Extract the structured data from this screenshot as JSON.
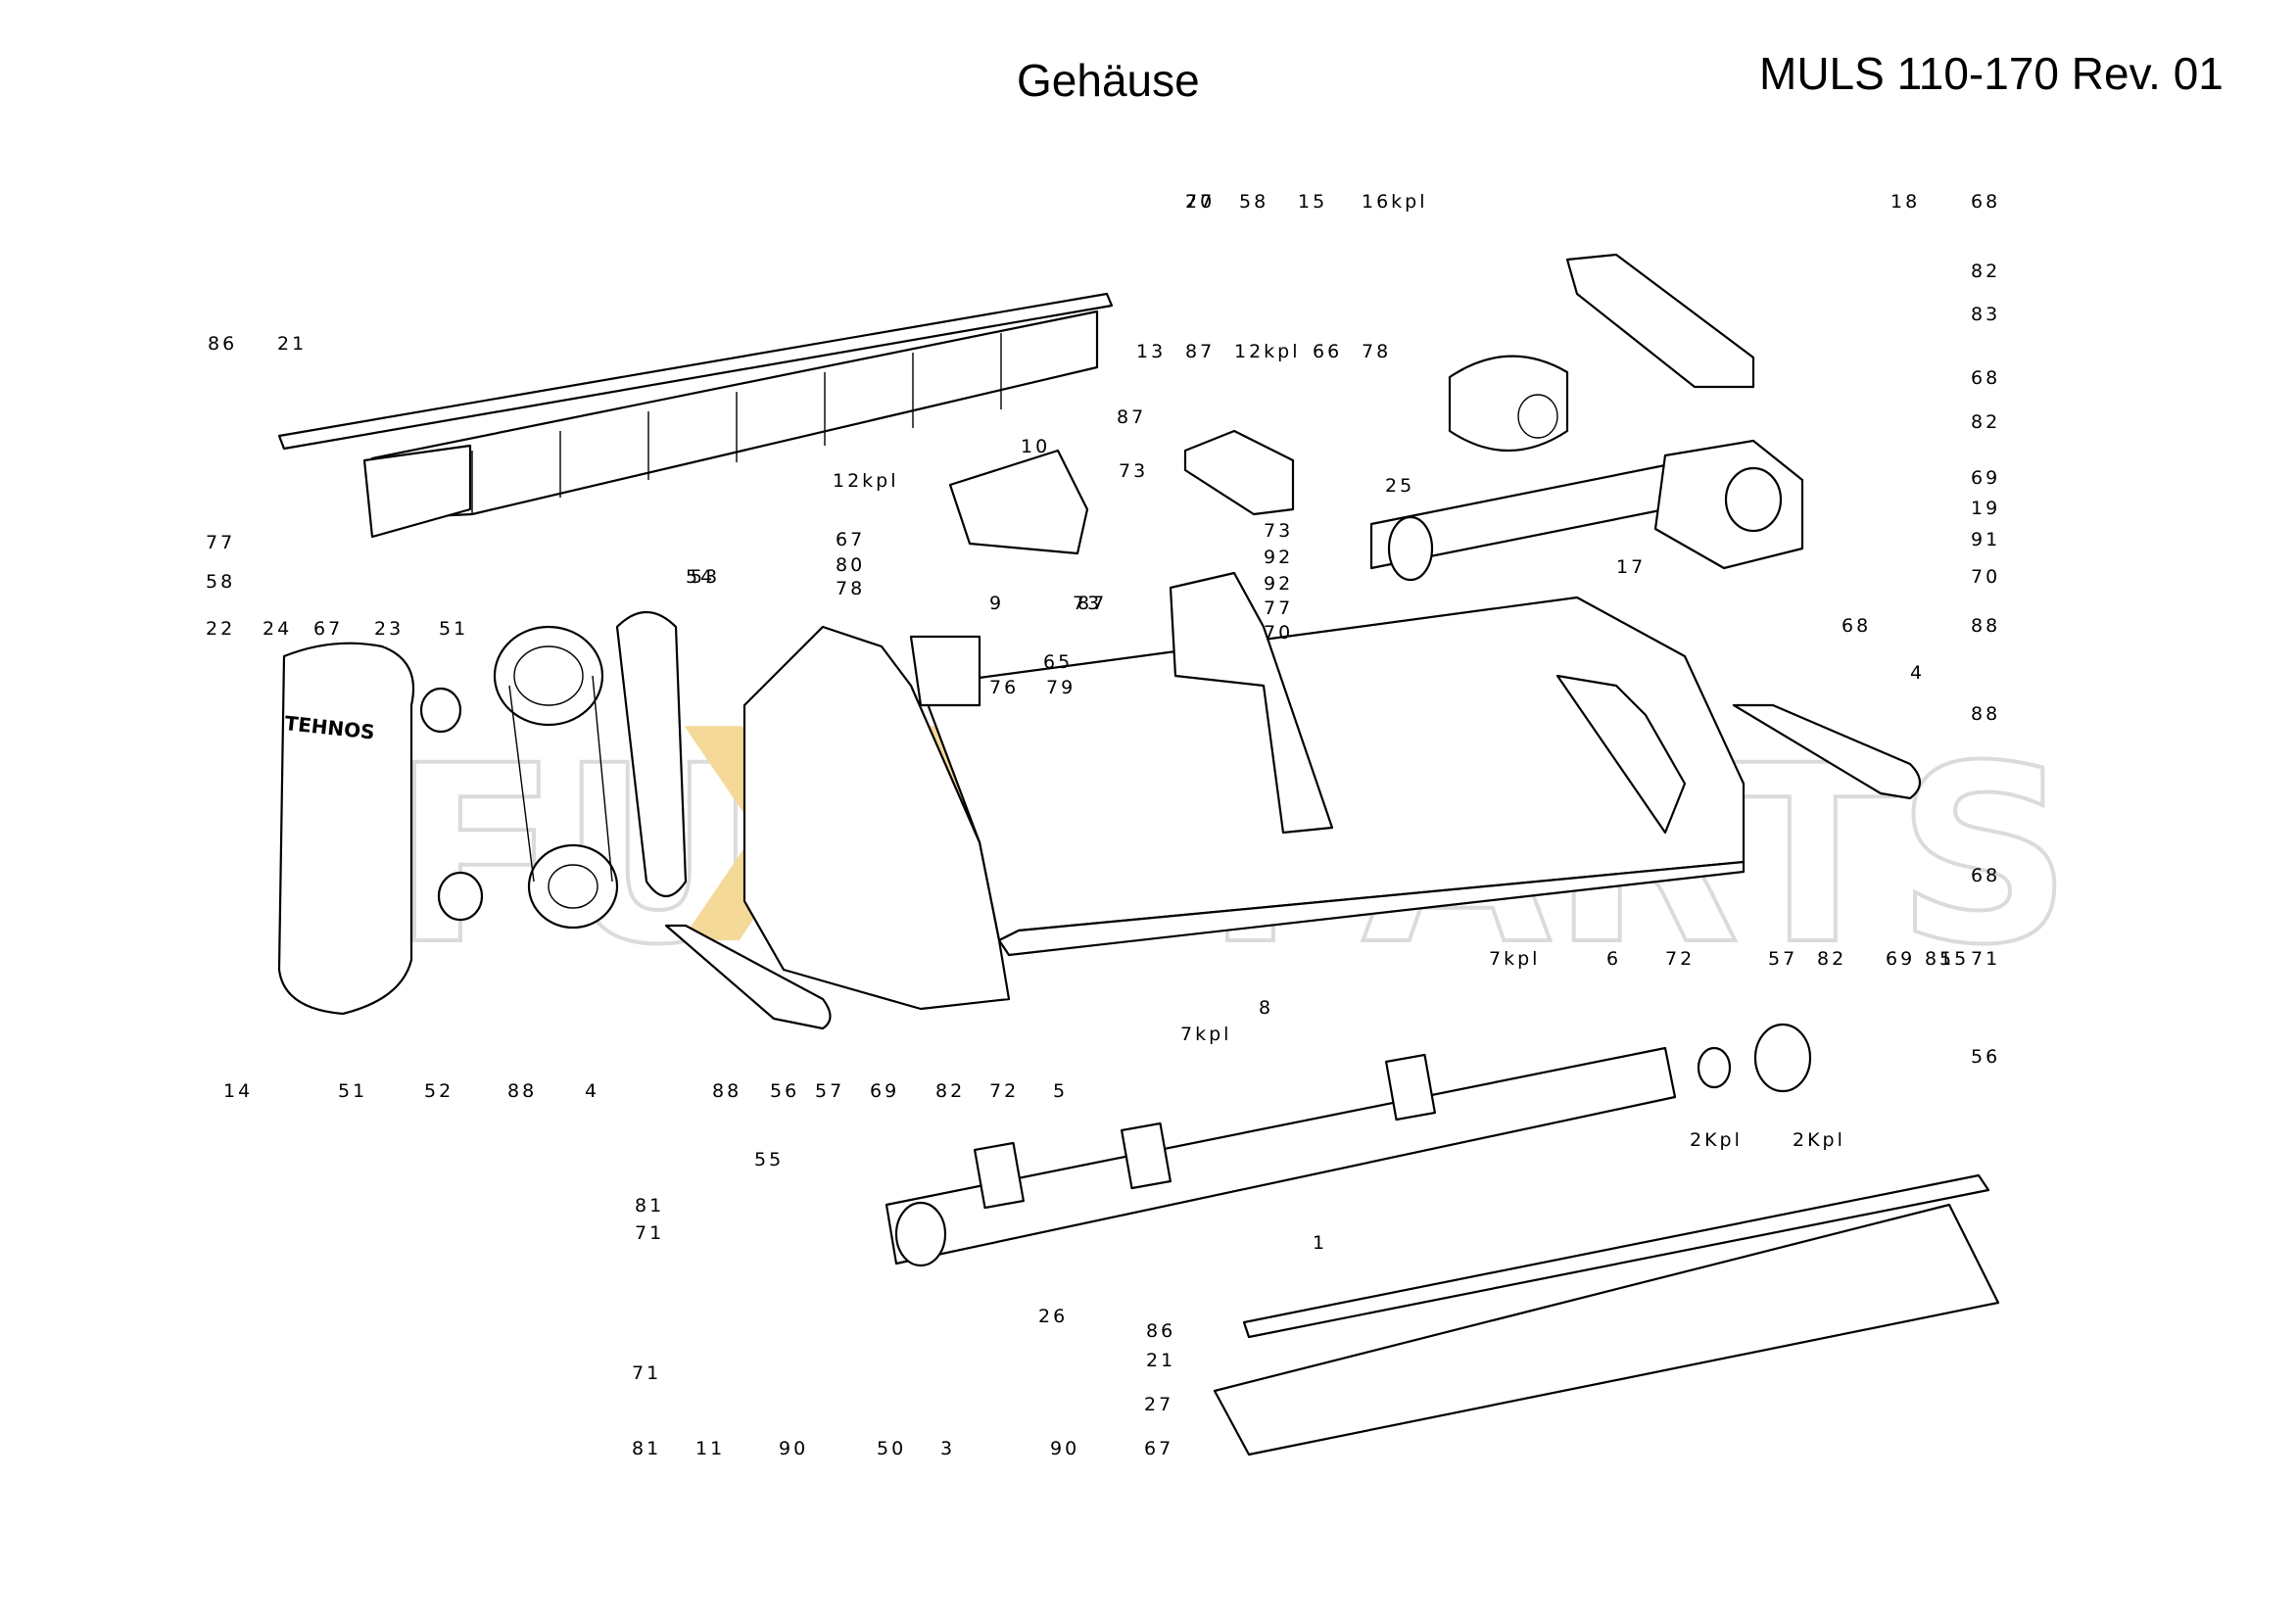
{
  "header": {
    "title": "Gehäuse",
    "model": "MULS 110-170 Rev. 01"
  },
  "watermark": {
    "text_left": "FU",
    "text_mid": "XX",
    "text_right": "PARTS",
    "accent_color": "#f5d58f",
    "outline_color": "#d8d8d8"
  },
  "housing_brand": "TEHNOS",
  "part_labels": [
    "77",
    "58",
    "15",
    "16kpl",
    "18",
    "68",
    "86",
    "21",
    "82",
    "83",
    "13",
    "87",
    "12kpl",
    "66",
    "78",
    "68",
    "87",
    "10",
    "73",
    "82",
    "69",
    "12kpl",
    "25",
    "19",
    "73",
    "91",
    "92",
    "17",
    "70",
    "67",
    "92",
    "80",
    "77",
    "78",
    "73",
    "9",
    "87",
    "70",
    "53",
    "54",
    "65",
    "76",
    "79",
    "68",
    "88",
    "77",
    "58",
    "22",
    "24",
    "67",
    "23",
    "51",
    "4",
    "88",
    "14",
    "51",
    "52",
    "88",
    "4",
    "88",
    "56",
    "57",
    "69",
    "82",
    "72",
    "5",
    "7kpl",
    "8",
    "7kpl",
    "6",
    "72",
    "57",
    "82",
    "69",
    "68",
    "81",
    "71",
    "56",
    "55",
    "2Kpl",
    "2Kpl",
    "55",
    "81",
    "71",
    "1",
    "26",
    "86",
    "21",
    "71",
    "81",
    "11",
    "90",
    "50",
    "3",
    "90",
    "27",
    "67",
    "20"
  ]
}
